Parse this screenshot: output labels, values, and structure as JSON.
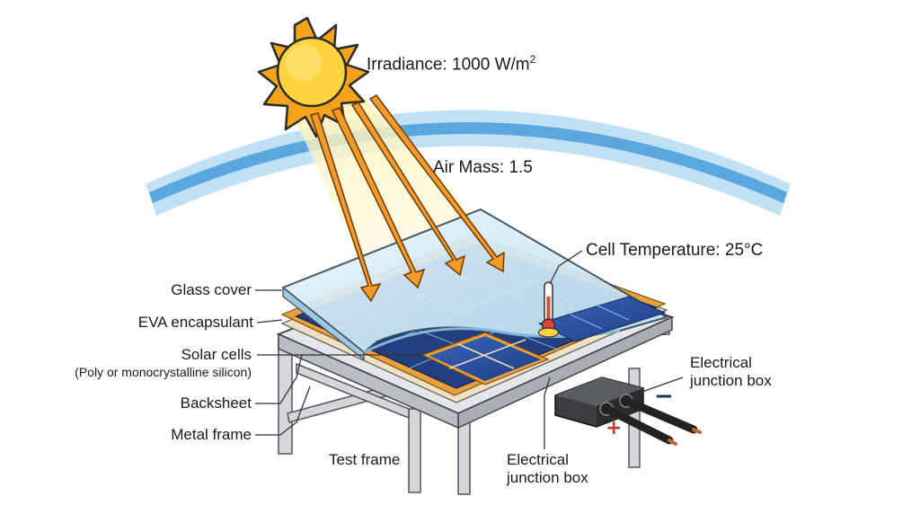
{
  "diagram": {
    "irradiance_label": "Irradiance: 1000 W/m",
    "irradiance_superscript": "2",
    "air_mass_label": "Air Mass: 1.5",
    "cell_temperature_label": "Cell Temperature: 25°C",
    "layers": {
      "glass_cover": "Glass cover",
      "eva_encapsulant": "EVA encapsulant",
      "solar_cells": "Solar cells",
      "solar_cells_note": "(Poly or monocrystalline silicon)",
      "backsheet": "Backsheet",
      "metal_frame": "Metal frame"
    },
    "test_frame": "Test frame",
    "junction_box_right": [
      "Electrical",
      "junction box"
    ],
    "junction_box_bottom": [
      "Electrical",
      "junction box"
    ],
    "terminal_negative": "−",
    "terminal_positive": "+"
  },
  "colors": {
    "sun_orange": "#f5a31a",
    "sun_yellow": "#ffd23f",
    "atmosphere_blue": "#5aa6de",
    "ray_orange": "#f39a2b",
    "cell_blue": "#2b4f9e",
    "eva_orange": "#e8a03a",
    "frame_gray": "#c9ced4",
    "terminal_red": "#c0392b",
    "terminal_navy": "#1f2f5c"
  }
}
